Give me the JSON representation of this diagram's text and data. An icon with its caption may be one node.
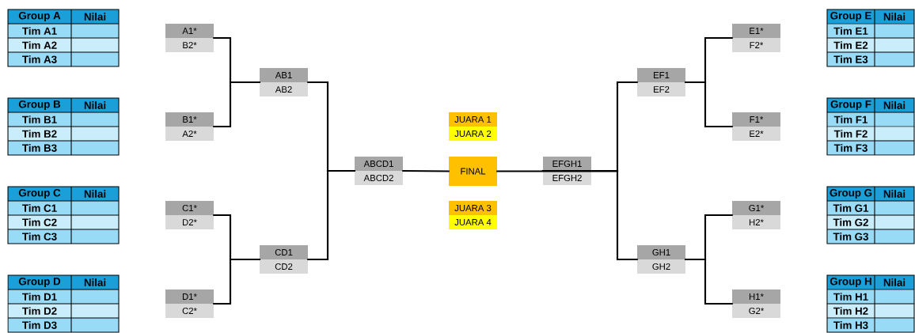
{
  "diagram": {
    "nodes": [
      {
        "text": [
          "Group A",
          "Nilai",
          "Tim A1",
          "Tim A2",
          "Tim A3"
        ]
      },
      {
        "text": [
          "Group B",
          "Nilai",
          "Tim B1",
          "Tim B2",
          "Tim B3"
        ]
      },
      {
        "text": [
          "Group C",
          "Nilai",
          "Tim C1",
          "Tim C2",
          "Tim C3"
        ]
      },
      {
        "text": [
          "Group D",
          "Nilai",
          "Tim D1",
          "Tim D2",
          "Tim D3"
        ]
      },
      {
        "text": [
          "A1*",
          "B2*"
        ]
      },
      {
        "text": [
          "B1*",
          "A2*"
        ]
      },
      {
        "text": [
          "C1*",
          "D2*"
        ]
      },
      {
        "text": [
          "D1*",
          "C2*"
        ]
      },
      {
        "text": [
          "AB1",
          "AB2"
        ]
      },
      {
        "text": [
          "CD1",
          "CD2"
        ]
      },
      {
        "text": [
          "ABCD1",
          "ABCD2"
        ]
      },
      {
        "text": [
          "JUARA 1",
          "JUARA 2"
        ]
      },
      {
        "text": [
          "FINAL"
        ]
      },
      {
        "text": [
          "JUARA 3",
          "JUARA 4"
        ]
      },
      {
        "text": [
          "EFGH1",
          "EFGH2"
        ]
      },
      {
        "text": [
          "EF1",
          "EF2"
        ]
      },
      {
        "text": [
          "GH1",
          "GH2"
        ]
      },
      {
        "text": [
          "E1*",
          "F2*"
        ]
      },
      {
        "text": [
          "F1*",
          "E2*"
        ]
      },
      {
        "text": [
          "G1*",
          "H2*"
        ]
      },
      {
        "text": [
          "H1*",
          "G2*"
        ]
      },
      {
        "text": [
          "Group E",
          "Nilai",
          "Tim E1",
          "Tim E2",
          "Tim E3"
        ]
      },
      {
        "text": [
          "Group F",
          "Nilai",
          "Tim F1",
          "Tim F2",
          "Tim F3"
        ]
      },
      {
        "text": [
          "Group G",
          "Nilai",
          "Tim G1",
          "Tim G2",
          "Tim G3"
        ]
      },
      {
        "text": [
          "Group H",
          "Nilai",
          "Tim H1",
          "Tim H2",
          "Tim H3"
        ]
      }
    ],
    "edges": [
      {
        "from": 4,
        "to": 8,
        "arrow": "none"
      },
      {
        "from": 5,
        "to": 8,
        "arrow": "none"
      },
      {
        "from": 6,
        "to": 9,
        "arrow": "none"
      },
      {
        "from": 7,
        "to": 9,
        "arrow": "none"
      },
      {
        "from": 8,
        "to": 10,
        "arrow": "none"
      },
      {
        "from": 9,
        "to": 10,
        "arrow": "none"
      },
      {
        "from": 10,
        "to": 12,
        "arrow": "none"
      },
      {
        "from": 12,
        "to": 14,
        "arrow": "none"
      },
      {
        "from": 15,
        "to": 14,
        "arrow": "none"
      },
      {
        "from": 16,
        "to": 14,
        "arrow": "none"
      },
      {
        "from": 17,
        "to": 15,
        "arrow": "none"
      },
      {
        "from": 18,
        "to": 15,
        "arrow": "none"
      },
      {
        "from": 19,
        "to": 16,
        "arrow": "none"
      },
      {
        "from": 20,
        "to": 16,
        "arrow": "none"
      }
    ]
  }
}
